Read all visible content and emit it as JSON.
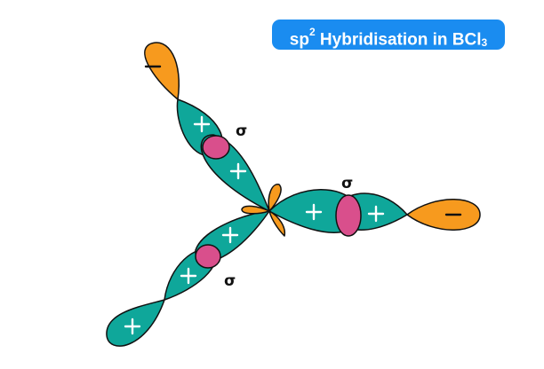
{
  "title": {
    "prefix": "sp",
    "superscript": "2",
    "middle": " Hybridisation in BCl",
    "subscript": "3"
  },
  "bond_labels": [
    "σ",
    "σ",
    "σ"
  ],
  "colors": {
    "title_background": "#1a8cf0",
    "lobe_primary": "#0fa79a",
    "lobe_secondary": "#f79a1e",
    "bond_overlap": "#d94f8c"
  }
}
